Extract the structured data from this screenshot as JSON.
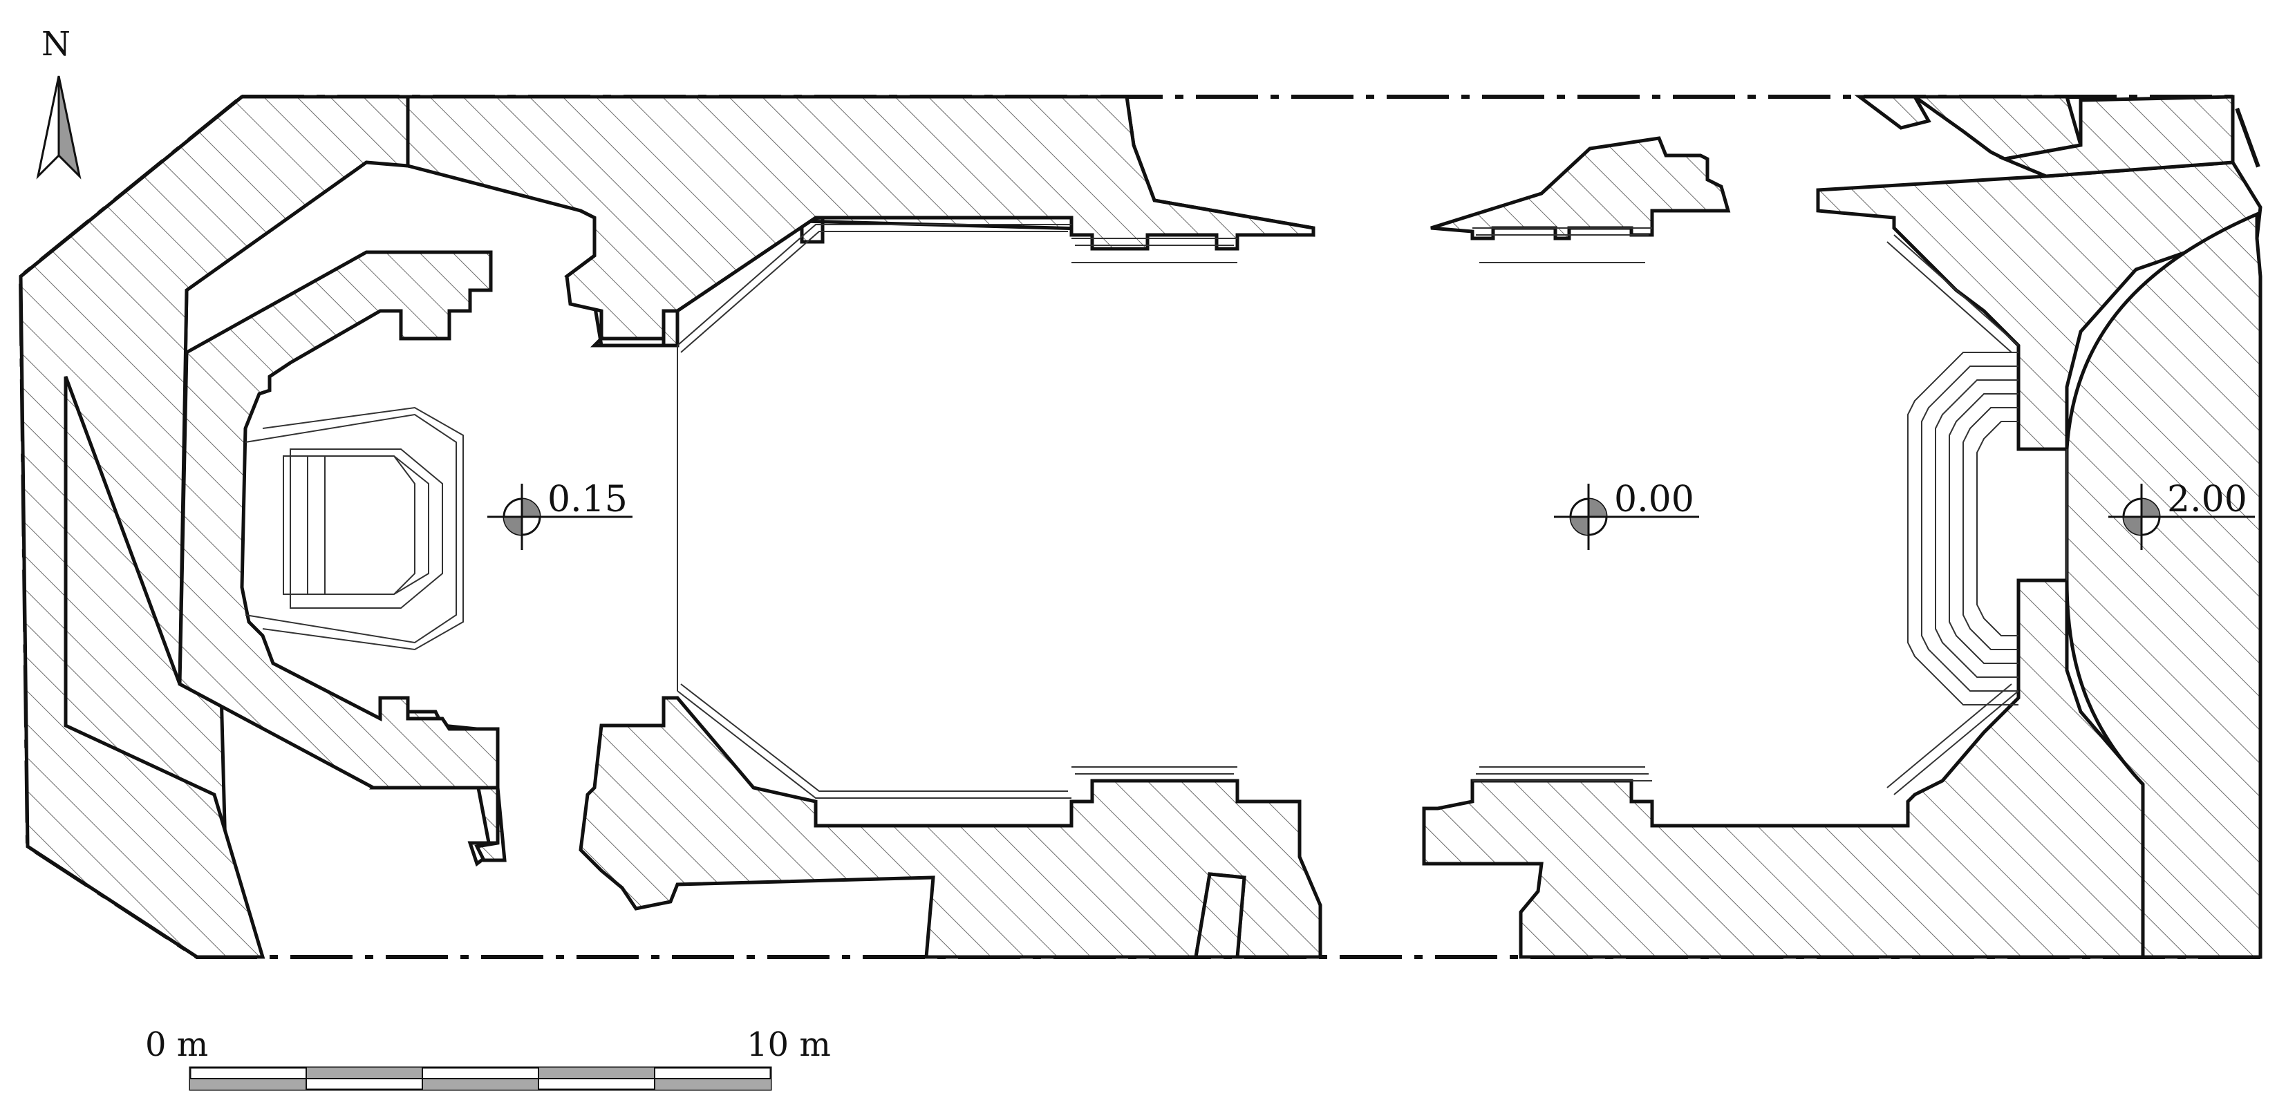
{
  "north_label": "N",
  "elevations": {
    "west": "0.15",
    "center": "0.00",
    "east": "2.00"
  },
  "scale_bar": {
    "start_label": "0 m",
    "end_label": "10 m"
  },
  "colors": {
    "ink": "#111111",
    "hatch": "#555555",
    "scale_gray": "#a8a8a8"
  }
}
